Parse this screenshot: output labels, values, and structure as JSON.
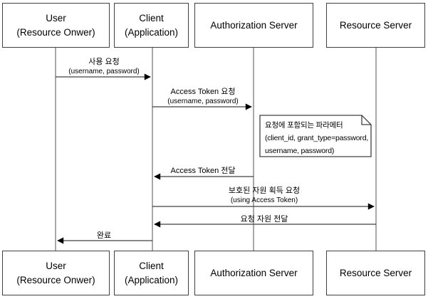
{
  "diagram": {
    "type": "sequence-diagram",
    "actors": [
      {
        "id": "user",
        "line1": "User",
        "line2": "(Resource Onwer)"
      },
      {
        "id": "client",
        "line1": "Client",
        "line2": "(Application)"
      },
      {
        "id": "auth",
        "line1": "Authorization Server",
        "line2": ""
      },
      {
        "id": "resource",
        "line1": "Resource Server",
        "line2": ""
      }
    ],
    "messages": [
      {
        "from": "user",
        "to": "client",
        "label": "사용 요청",
        "sublabel": "(username, password)"
      },
      {
        "from": "client",
        "to": "auth",
        "label": "Access Token 요청",
        "sublabel": "(username, password)"
      },
      {
        "from": "auth",
        "to": "client",
        "label": "Access Token 전달",
        "sublabel": ""
      },
      {
        "from": "client",
        "to": "resource",
        "label": "보호된 자원 획득 요청",
        "sublabel": "(using Access Token)"
      },
      {
        "from": "resource",
        "to": "client",
        "label": "요청 자원 전달",
        "sublabel": ""
      },
      {
        "from": "client",
        "to": "user",
        "label": "완료",
        "sublabel": ""
      }
    ],
    "note": {
      "line1": "요청에 포함되는 파라메터",
      "line2": "(client_id, grant_type=password,",
      "line3": "username, password)"
    },
    "colors": {
      "background": "#ffffff",
      "box_border": "#404040",
      "lifeline": "#7a7a7a",
      "message_line": "#404040",
      "arrowhead": "#000000",
      "text": "#000000",
      "note_fill": "#ffffff"
    }
  }
}
